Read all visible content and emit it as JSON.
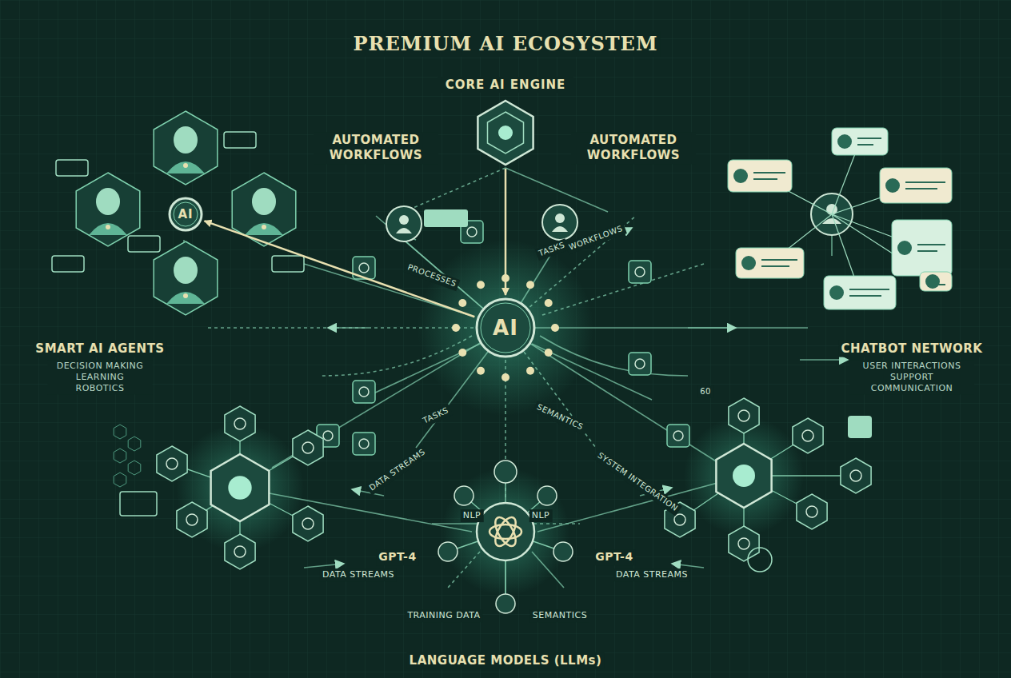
{
  "diagram": {
    "title": "PREMIUM AI ECOSYSTEM",
    "nodes": [
      {
        "text": [
          "CORE AI ENGINE"
        ]
      },
      {
        "text": [
          "AI"
        ]
      },
      {
        "text": [
          "AI"
        ]
      }
    ],
    "edges": [
      {
        "from": 0,
        "to": 1,
        "arrow": "to"
      },
      {
        "from": 1,
        "to": 2,
        "arrow": "to"
      }
    ],
    "labels": [
      "AUTOMATED WORKFLOWS",
      "AUTOMATED WORKFLOWS",
      "PROCESSES",
      "TASKS",
      "WORKFLOWS",
      "SMART AI AGENTS",
      "DECISION MAKING LEARNING ROBOTICS",
      "CHATBOT NETWORK",
      "USER INTERACTIONS SUPPORT COMMUNICATION",
      "TASKS",
      "SEMANTICS",
      "DATA STREAMS",
      "SYSTEM INTEGRATION",
      "NLP",
      "NLP",
      "GPT-4",
      "GPT-4",
      "DATA STREAMS",
      "DATA STREAMS",
      "TRAINING DATA",
      "SEMANTICS",
      "LANGUAGE MODELS (LLMs)",
      "60"
    ]
  }
}
